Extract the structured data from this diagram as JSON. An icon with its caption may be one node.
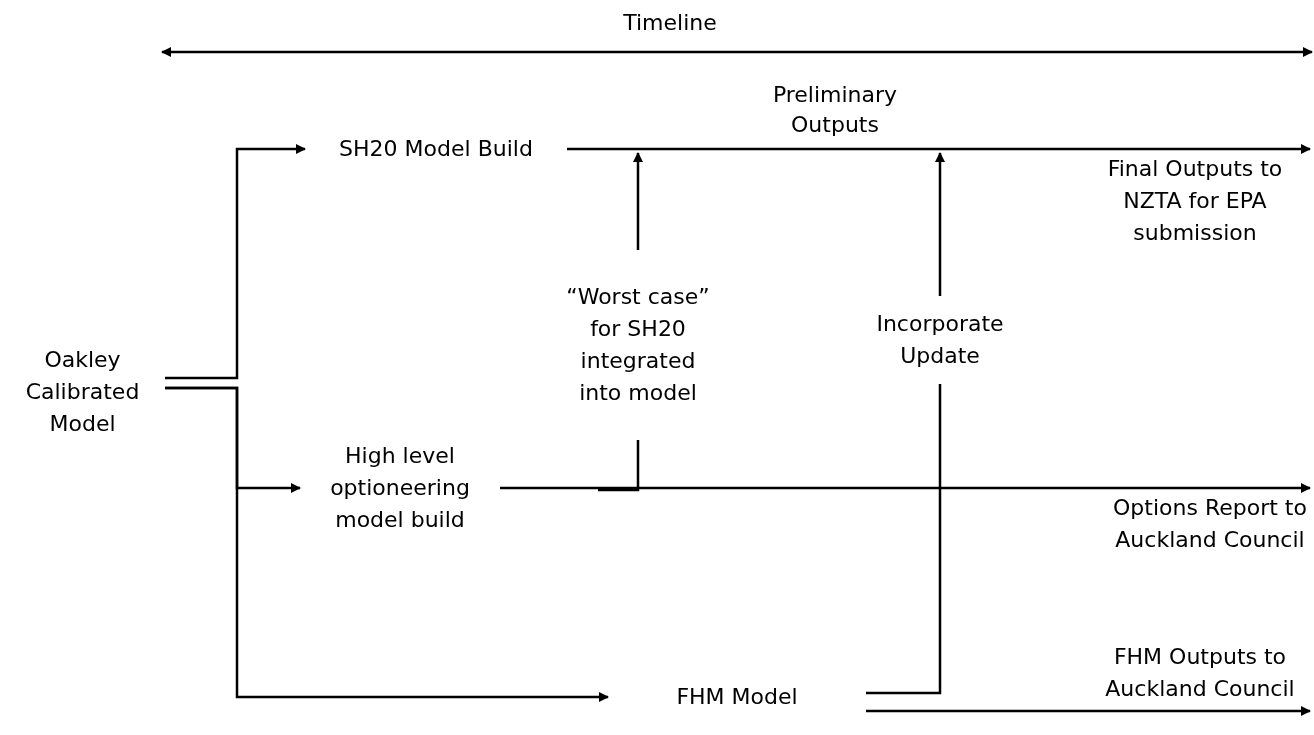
{
  "diagram": {
    "nodes": [
      {
        "text": [
          "Oakley Calibrated Model"
        ]
      },
      {
        "text": [
          "SH20 Model Build"
        ]
      },
      {
        "text": [
          "High level optioneering model build"
        ]
      },
      {
        "text": [
          "FHM Model"
        ]
      },
      {
        "text": [
          "“Worst case” for SH20 integrated into model"
        ]
      },
      {
        "text": [
          "Incorporate Update"
        ]
      },
      {
        "text": [
          "Final Outputs to NZTA for EPA submission"
        ]
      },
      {
        "text": [
          "Options Report to Auckland Council"
        ]
      },
      {
        "text": [
          "FHM Outputs to Auckland Council"
        ]
      }
    ],
    "edges": [
      {
        "from": 0,
        "to": 1,
        "arrow": "to"
      },
      {
        "from": 0,
        "to": 2,
        "arrow": "to"
      },
      {
        "from": 0,
        "to": 3,
        "arrow": "to"
      },
      {
        "from": 1,
        "to": 6,
        "arrow": "to"
      },
      {
        "from": 2,
        "to": 7,
        "arrow": "to"
      },
      {
        "from": 3,
        "to": 8,
        "arrow": "to"
      },
      {
        "from": 3,
        "to": 5,
        "arrow": "none"
      },
      {
        "from": 5,
        "to": null,
        "arrow": "to"
      },
      {
        "from": null,
        "to": 4,
        "arrow": "none"
      },
      {
        "from": 4,
        "to": null,
        "arrow": "to"
      }
    ],
    "labels": [
      "Timeline",
      "Preliminary Outputs"
    ]
  }
}
